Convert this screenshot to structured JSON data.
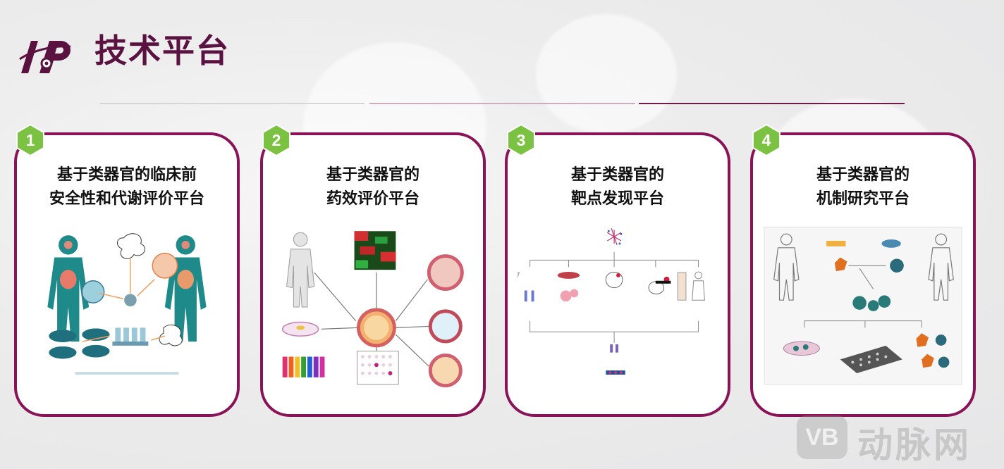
{
  "header": {
    "title": "技术平台"
  },
  "platforms": [
    {
      "number": "1",
      "line1": "基于类器官的临床前",
      "line2": "安全性和代谢评价平台"
    },
    {
      "number": "2",
      "line1": "基于类器官的",
      "line2": "药效评价平台"
    },
    {
      "number": "3",
      "line1": "基于类器官的",
      "line2": "靶点发现平台"
    },
    {
      "number": "4",
      "line1": "基于类器官的",
      "line2": "机制研究平台"
    }
  ],
  "watermark": {
    "badge": "VB",
    "text": "动脉网"
  },
  "colors": {
    "accent": "#8a1257",
    "title": "#5a1340",
    "badge": "#7cc242"
  },
  "icons": [
    "ip-logo-icon",
    "hexagon-badge-icon"
  ]
}
